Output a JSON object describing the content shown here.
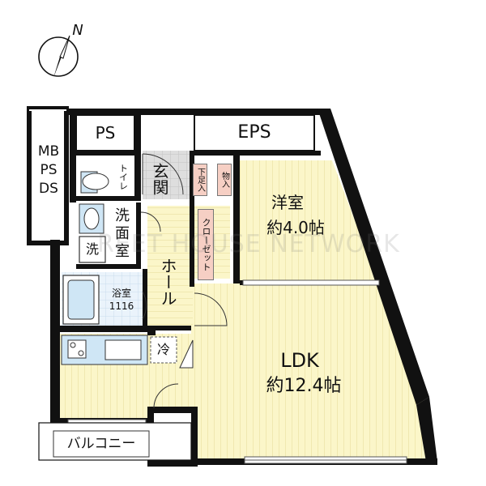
{
  "compass": {
    "label": "N"
  },
  "rooms": {
    "ps": "PS",
    "eps": "EPS",
    "mbpsds": [
      "MB",
      "PS",
      "DS"
    ],
    "toilet": "トイレ",
    "entrance": "玄関",
    "shoe_storage": "下足入",
    "storage": "物入",
    "western_room": {
      "name": "洋室",
      "size": "約4.0帖"
    },
    "closet": "クローゼット",
    "washroom": "洗面室",
    "washer": "洗",
    "hall": "ホール",
    "bath": {
      "name": "浴室",
      "size": "1116"
    },
    "fridge": "冷",
    "ldk": {
      "name": "LDK",
      "size": "約12.4帖"
    },
    "balcony": "バルコニー"
  },
  "watermark": "REET HOUSE NETWORK",
  "colors": {
    "wall": "#111111",
    "floor_wood": "#fbf6c9",
    "floor_stripe": "#ece5a9",
    "wet_area": "#cfe6f5",
    "tile_grey": "#dcdcdc",
    "shoe_tag": "#f6cfc4"
  }
}
